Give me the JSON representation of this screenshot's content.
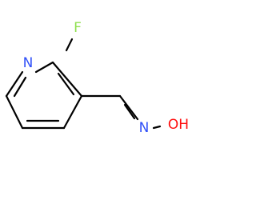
{
  "molecule": {
    "atoms": {
      "fluorine": {
        "symbol": "F",
        "color": "#90e050"
      },
      "ring_nitrogen": {
        "symbol": "N",
        "color": "#3050f8"
      },
      "oxime_nitrogen": {
        "symbol": "N",
        "color": "#3050f8"
      },
      "hydroxyl": {
        "symbol": "OH",
        "color": "#ff0d0d"
      }
    },
    "bond_color": "#000000"
  }
}
